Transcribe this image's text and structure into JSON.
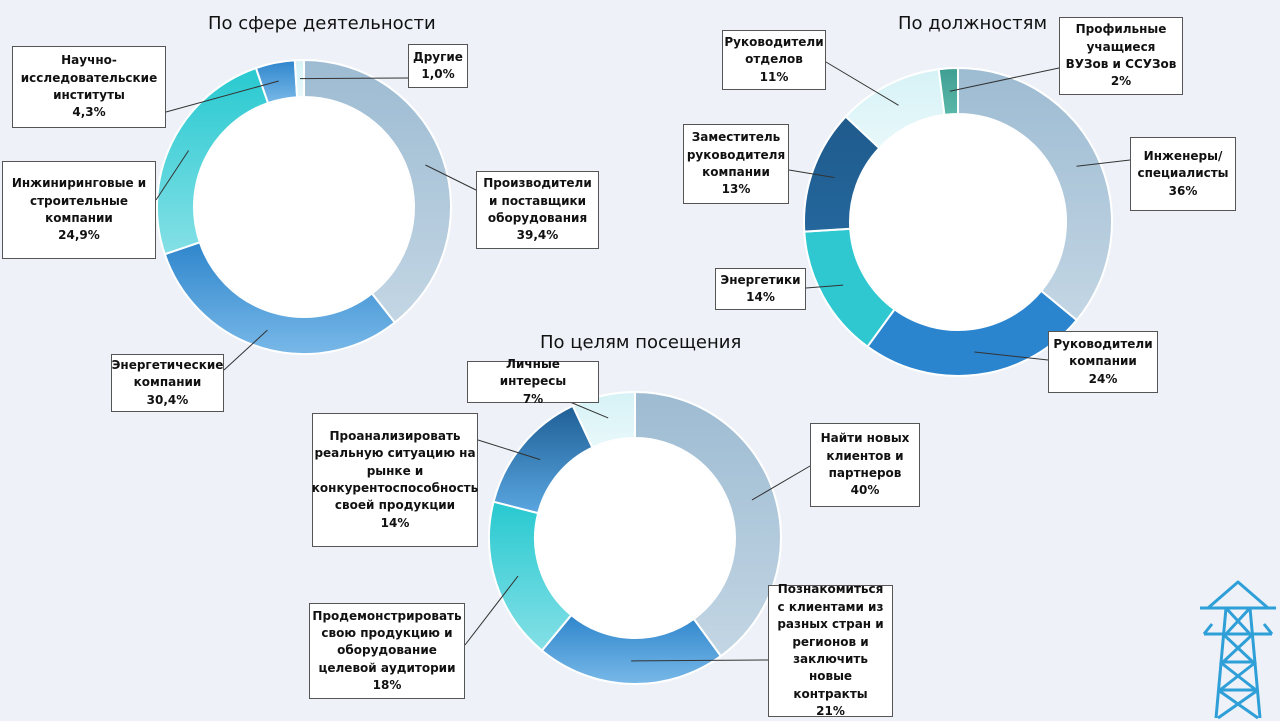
{
  "colors": {
    "background": "#eef2f8",
    "light_grey_blue": "#a9c4d8",
    "blue": "#3a8ed2",
    "turquoise": "#3dd0d6",
    "navy": "#1f5f92",
    "pale_cyan": "#dcf4f8",
    "teal": "#3f9e92",
    "logo": "#2f9fd8"
  },
  "logo": {
    "name": "power-transmission-tower-icon"
  },
  "chart_data": [
    {
      "type": "donut",
      "title": "По сфере деятельности",
      "slices": [
        {
          "label": "Производители и поставщики оборудования",
          "value_text": "39,4%",
          "value": 39.4,
          "color": "#a9c4d8"
        },
        {
          "label": "Энергетические компании",
          "value_text": "30,4%",
          "value": 30.4,
          "color": "#3a8ed2"
        },
        {
          "label": "Инжиниринговые и строительные компании",
          "value_text": "24,9%",
          "value": 24.9,
          "color": "#3dd0d6"
        },
        {
          "label": "Научно-исследовательские институты",
          "value_text": "4,3%",
          "value": 4.3,
          "color": "#3a8ed2"
        },
        {
          "label": "Другие",
          "value_text": "1,0%",
          "value": 1.0,
          "color": "#dcf4f8"
        }
      ]
    },
    {
      "type": "donut",
      "title": "По должностям",
      "slices": [
        {
          "label": "Инженеры/специалисты",
          "value_text": "36%",
          "value": 36,
          "color": "#a9c4d8"
        },
        {
          "label": "Руководители компании",
          "value_text": "24%",
          "value": 24,
          "color": "#2b86d0"
        },
        {
          "label": "Энергетики",
          "value_text": "14%",
          "value": 14,
          "color": "#2ec6ce"
        },
        {
          "label": "Заместитель руководителя компании",
          "value_text": "13%",
          "value": 13,
          "color": "#1f5f92"
        },
        {
          "label": "Руководители отделов",
          "value_text": "11%",
          "value": 11,
          "color": "#dcf4f8"
        },
        {
          "label": "Профильные учащиеся ВУЗов и ССУЗов",
          "value_text": "2%",
          "value": 2,
          "color": "#3f9e92"
        }
      ]
    },
    {
      "type": "donut",
      "title": "По целям посещения",
      "slices": [
        {
          "label": "Найти новых клиентов и партнеров",
          "value_text": "40%",
          "value": 40,
          "color": "#a9c4d8"
        },
        {
          "label": "Познакомиться с клиентами из разных стран и регионов и заключить новые контракты",
          "value_text": "21%",
          "value": 21,
          "color": "#3a8ed2"
        },
        {
          "label": "Продемонстрировать свою продукцию и оборудование целевой аудитории",
          "value_text": "18%",
          "value": 18,
          "color": "#3dd0d6"
        },
        {
          "label": "Проанализировать реальную ситуацию на рынке и конкурентоспособность своей продукции",
          "value_text": "14%",
          "value": 14,
          "color": "#2f7fc0"
        },
        {
          "label": "Личные интересы",
          "value_text": "7%",
          "value": 7,
          "color": "#dcf4f8"
        }
      ]
    }
  ]
}
